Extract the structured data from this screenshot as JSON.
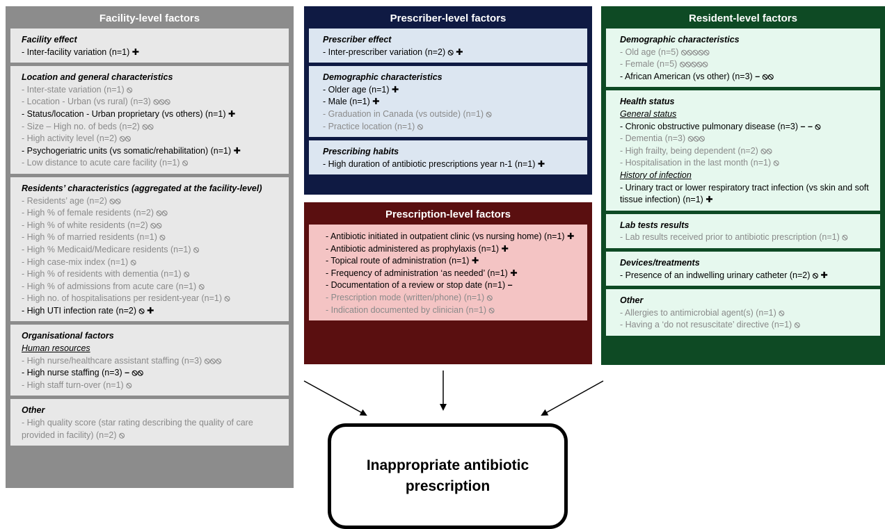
{
  "facility": {
    "header": "Facility-level factors",
    "sections": [
      {
        "title": "Facility effect",
        "items": [
          {
            "text": "- Inter-facility variation (n=1)",
            "sym": "✚",
            "grey": false
          }
        ]
      },
      {
        "title": "Location and general characteristics",
        "items": [
          {
            "text": "- Inter-state variation (n=1)",
            "sym": "⦸",
            "grey": true
          },
          {
            "text": "- Location - Urban (vs rural) (n=3)",
            "sym": "⦸⦸⦸",
            "grey": true
          },
          {
            "text": "- Status/location - Urban proprietary (vs others) (n=1)",
            "sym": "✚",
            "grey": false
          },
          {
            "text": "- Size – High no. of beds (n=2)",
            "sym": "⦸⦸",
            "grey": true
          },
          {
            "text": "- High activity level (n=2)",
            "sym": "⦸⦸",
            "grey": true
          },
          {
            "text": "- Psychogeriatric units (vs somatic/rehabilitation) (n=1)",
            "sym": "✚",
            "grey": false
          },
          {
            "text": "- Low distance to acute care facility (n=1)",
            "sym": "⦸",
            "grey": true
          }
        ]
      },
      {
        "title": "Residents’ characteristics (aggregated at the facility-level)",
        "items": [
          {
            "text": "- Residents’ age (n=2)",
            "sym": "⦸⦸",
            "grey": true
          },
          {
            "text": "- High % of female residents (n=2)",
            "sym": "⦸⦸",
            "grey": true
          },
          {
            "text": "- High % of white residents (n=2)",
            "sym": "⦸⦸",
            "grey": true
          },
          {
            "text": "- High % of married residents (n=1)",
            "sym": "⦸",
            "grey": true
          },
          {
            "text": "- High % Medicaid/Medicare residents (n=1)",
            "sym": "⦸",
            "grey": true
          },
          {
            "text": "- High case-mix index (n=1)",
            "sym": "⦸",
            "grey": true
          },
          {
            "text": "- High % of residents with dementia (n=1)",
            "sym": "⦸",
            "grey": true
          },
          {
            "text": "- High % of admissions from acute care (n=1)",
            "sym": "⦸",
            "grey": true
          },
          {
            "text": "- High no. of hospitalisations per resident-year (n=1)",
            "sym": "⦸",
            "grey": true
          },
          {
            "text": "- High UTI infection rate (n=2)",
            "sym": "⦸ ✚",
            "grey": false
          }
        ]
      },
      {
        "title": "Organisational factors",
        "subtitle": "Human resources",
        "items": [
          {
            "text": "- High nurse/healthcare assistant staffing (n=3)",
            "sym": "⦸⦸⦸",
            "grey": true
          },
          {
            "text": "- High nurse staffing (n=3)",
            "sym": "– ⦸⦸",
            "grey": false
          },
          {
            "text": "- High staff turn-over (n=1)",
            "sym": "⦸",
            "grey": true
          }
        ]
      },
      {
        "title": "Other",
        "items": [
          {
            "text": "- High quality score (star rating describing the quality of care provided in facility) (n=2)",
            "sym": "⦸",
            "grey": true,
            "wrap": true
          }
        ]
      }
    ]
  },
  "prescriber": {
    "header": "Prescriber-level factors",
    "sections": [
      {
        "title": "Prescriber effect",
        "items": [
          {
            "text": "- Inter-prescriber variation (n=2)",
            "sym": "⦸ ✚",
            "grey": false
          }
        ]
      },
      {
        "title": "Demographic characteristics",
        "items": [
          {
            "text": "- Older age (n=1)",
            "sym": "✚",
            "grey": false
          },
          {
            "text": "- Male (n=1)",
            "sym": "✚",
            "grey": false
          },
          {
            "text": "- Graduation in Canada (vs outside) (n=1)",
            "sym": "⦸",
            "grey": true
          },
          {
            "text": "- Practice location (n=1)",
            "sym": "⦸",
            "grey": true
          }
        ]
      },
      {
        "title": "Prescribing habits",
        "items": [
          {
            "text": "- High duration of antibiotic prescriptions year n-1 (n=1)",
            "sym": "✚",
            "grey": false
          }
        ]
      }
    ]
  },
  "prescription": {
    "header": "Prescription-level factors",
    "sections": [
      {
        "title": "",
        "items": [
          {
            "text": "- Antibiotic initiated in outpatient clinic (vs nursing home) (n=1)",
            "sym": "✚",
            "grey": false,
            "wrap": true
          },
          {
            "text": "- Antibiotic administered as prophylaxis (n=1)",
            "sym": "✚",
            "grey": false
          },
          {
            "text": "- Topical route of administration (n=1)",
            "sym": "✚",
            "grey": false
          },
          {
            "text": "- Frequency of administration ‘as needed’ (n=1)",
            "sym": "✚",
            "grey": false
          },
          {
            "text": "- Documentation of a review or stop date (n=1)",
            "sym": "–",
            "grey": false
          },
          {
            "text": "- Prescription mode (written/phone) (n=1)",
            "sym": "⦸",
            "grey": true
          },
          {
            "text": "- Indication documented by clinician (n=1)",
            "sym": "⦸",
            "grey": true
          }
        ]
      }
    ]
  },
  "resident": {
    "header": "Resident-level factors",
    "sections": [
      {
        "title": "Demographic characteristics",
        "items": [
          {
            "text": "- Old age (n=5)",
            "sym": "⦸⦸⦸⦸⦸",
            "grey": true
          },
          {
            "text": "- Female (n=5)",
            "sym": "⦸⦸⦸⦸⦸",
            "grey": true
          },
          {
            "text": "- African American (vs other) (n=3)",
            "sym": "– ⦸⦸",
            "grey": false
          }
        ]
      },
      {
        "title": "Health status",
        "subtitle": "General status",
        "items": [
          {
            "text": "- Chronic obstructive pulmonary disease (n=3)",
            "sym": "– – ⦸",
            "grey": false
          },
          {
            "text": "- Dementia (n=3)",
            "sym": "⦸⦸⦸",
            "grey": true
          },
          {
            "text": "- High frailty, being dependent (n=2)",
            "sym": "⦸⦸",
            "grey": true
          },
          {
            "text": "- Hospitalisation in the last month (n=1)",
            "sym": "⦸",
            "grey": true
          }
        ],
        "subtitle2": "History of infection",
        "items2": [
          {
            "text": "- Urinary tract or lower respiratory tract infection (vs skin and soft tissue infection) (n=1)",
            "sym": "✚",
            "grey": false,
            "wrap": true
          }
        ]
      },
      {
        "title": "Lab tests results",
        "items": [
          {
            "text": "- Lab results received prior to antibiotic prescription (n=1)",
            "sym": "⦸",
            "grey": true
          }
        ]
      },
      {
        "title": "Devices/treatments",
        "items": [
          {
            "text": "- Presence of an indwelling urinary catheter (n=2)",
            "sym": "⦸ ✚",
            "grey": false
          }
        ]
      },
      {
        "title": "Other",
        "items": [
          {
            "text": "- Allergies to antimicrobial agent(s) (n=1)",
            "sym": "⦸",
            "grey": true
          },
          {
            "text": "- Having a ‘do not resuscitate’ directive (n=1)",
            "sym": "⦸",
            "grey": true
          }
        ]
      }
    ]
  },
  "outcome": {
    "label": "Inappropriate antibiotic prescription"
  }
}
